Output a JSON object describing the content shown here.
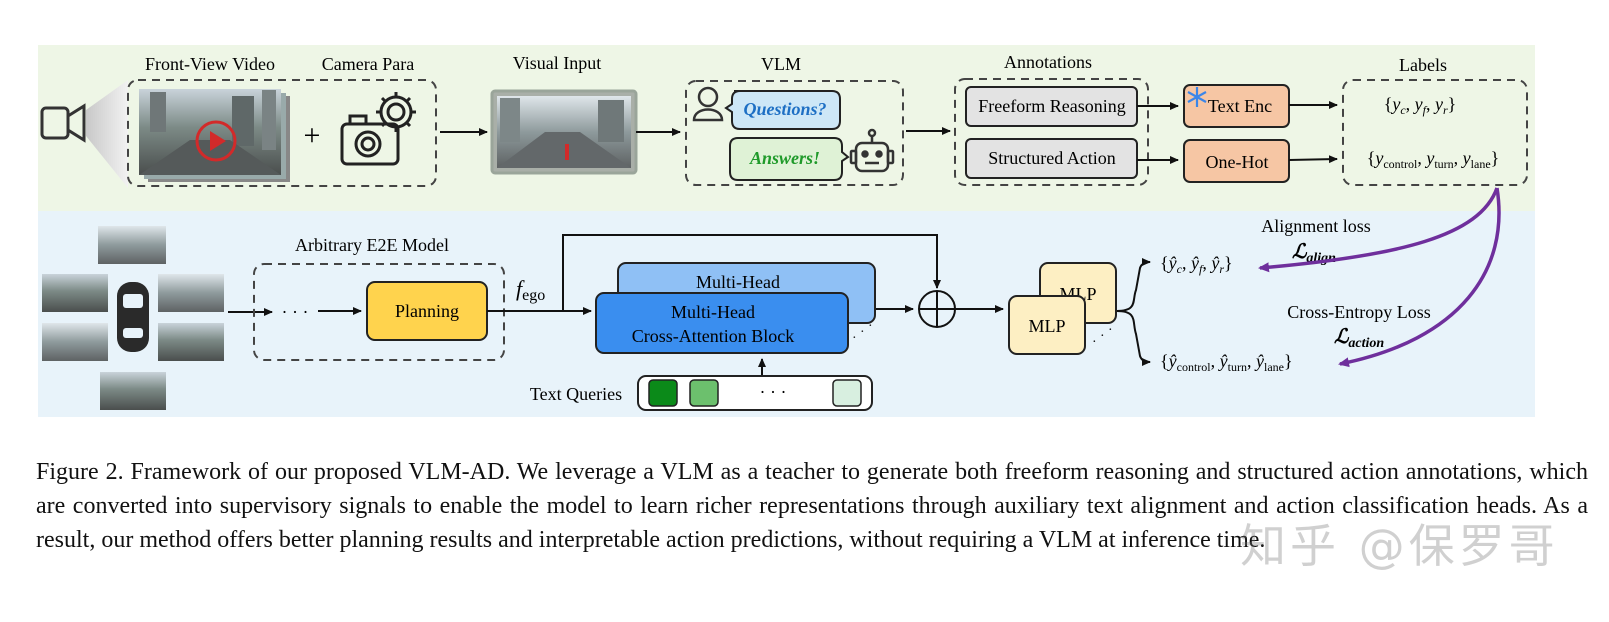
{
  "colors": {
    "top_panel_bg": "#eef6e6",
    "bottom_panel_bg": "#e8f3fa",
    "planning_fill": "#ffd34d",
    "text_enc_fill": "#f6c6a4",
    "attention_front": "#3a8eef",
    "attention_back": "#8fc0f5",
    "mlp_fill": "#fdefc3",
    "loss_arrow": "#6f2f9c",
    "question_text": "#1d6fc4",
    "answer_text": "#1f9a2a",
    "query_dark": "#0b8a19",
    "query_mid": "#6cc06d",
    "query_light": "#d8efe0"
  },
  "top": {
    "front_view_label": "Front-View Video",
    "camera_para_label": "Camera Para",
    "plus": "+",
    "visual_input_label": "Visual Input",
    "vlm_label": "VLM",
    "questions": "Questions?",
    "answers": "Answers!",
    "annotations_label": "Annotations",
    "freeform": "Freeform Reasoning",
    "structured": "Structured Action",
    "text_enc": "Text Enc",
    "one_hot": "One-Hot",
    "labels_label": "Labels",
    "label_set_1": "{y_c, y_f, y_r}",
    "label_set_2": "{y_control, y_turn, y_lane}",
    "icons": [
      "video-camera-icon",
      "camera-gear-icon",
      "user-icon",
      "robot-icon",
      "snowflake-icon",
      "play-icon"
    ]
  },
  "bottom": {
    "e2e_label": "Arbitrary E2E Model",
    "dots": "· · ·",
    "planning": "Planning",
    "f_ego": "f",
    "f_ego_sub": "ego",
    "attention_back": "Multi-Head",
    "attention_front_1": "Multi-Head",
    "attention_front_2": "Cross-Attention Block",
    "text_queries": "Text Queries",
    "mlp": "MLP",
    "pred_set_1": "{ŷ_c, ŷ_f, ŷ_r}",
    "pred_set_2": "{ŷ_control, ŷ_turn, ŷ_lane}",
    "alignment_loss": "Alignment loss",
    "alignment_symbol": "ℒ",
    "alignment_sub": "align",
    "ce_loss": "Cross-Entropy Loss",
    "ce_symbol": "ℒ",
    "ce_sub": "action"
  },
  "caption": {
    "text": "Figure 2.  Framework of our proposed VLM-AD. We leverage a VLM as a teacher to generate both freeform reasoning and structured action annotations, which are converted into supervisory signals to enable the model to learn richer representations through auxiliary text alignment and action classification heads.  As a result, our method offers better planning results and interpretable action predictions, without requiring a VLM at inference time."
  },
  "watermark": "知乎 @保罗哥"
}
